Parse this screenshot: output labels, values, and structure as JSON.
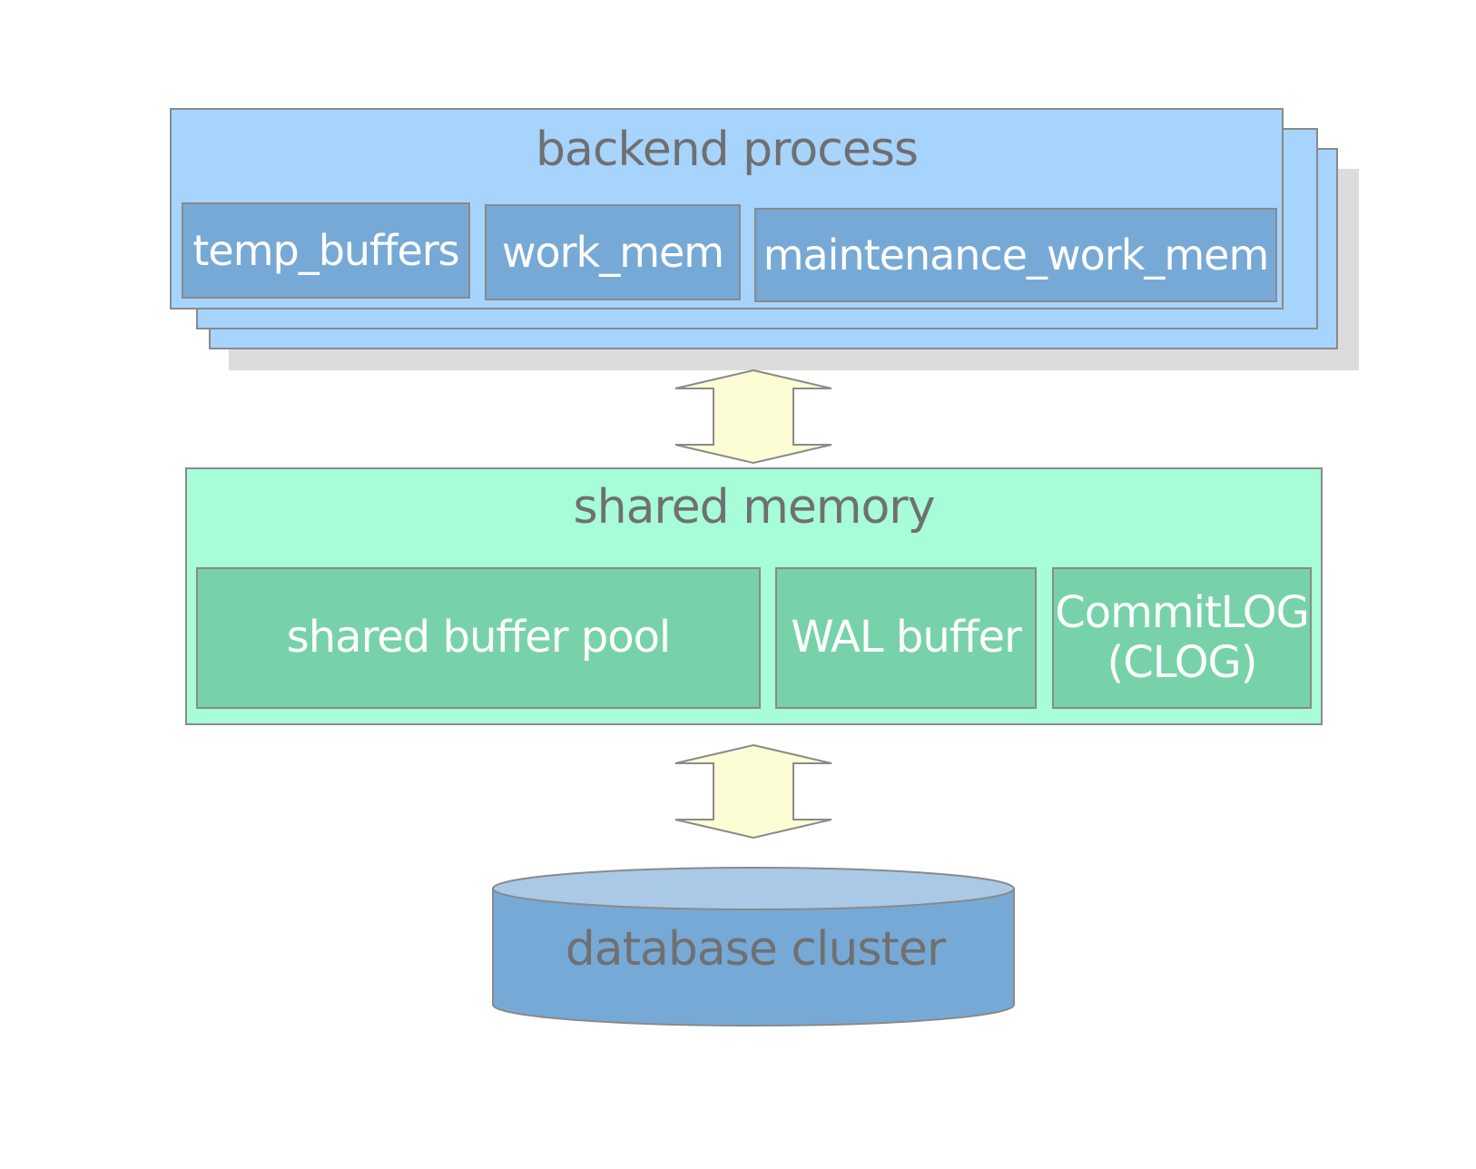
{
  "backend_process": {
    "title": "backend process",
    "buffers": [
      "temp_buffers",
      "work_mem",
      "maintenance_work_mem"
    ]
  },
  "shared_memory": {
    "title": "shared memory",
    "shared_buffer_pool": "shared buffer pool",
    "wal_buffer": "WAL buffer",
    "clog_line1": "CommitLOG",
    "clog_line2": "(CLOG)"
  },
  "database_cluster": {
    "label": "database cluster"
  },
  "colors": {
    "backend_fill": "#a7d4fd",
    "backend_box": "#77a9d6",
    "shared_fill": "#a6fdd7",
    "shared_box": "#77d2aa",
    "arrow_fill": "#fdfdd5",
    "cylinder_body": "#77a9d6",
    "cylinder_top": "#aac9e7",
    "title_text": "#707070",
    "border": "#8a8a8a"
  }
}
